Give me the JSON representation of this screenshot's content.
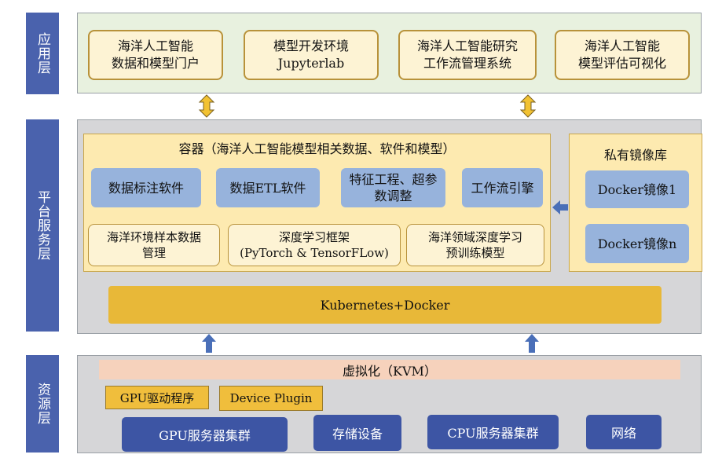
{
  "layers": {
    "application": "应用层",
    "platform": "平台服务层",
    "resource": "资源层"
  },
  "app_boxes": [
    {
      "line1": "海洋人工智能",
      "line2": "数据和模型门户"
    },
    {
      "line1": "模型开发环境",
      "line2": "Jupyterlab"
    },
    {
      "line1": "海洋人工智能研究",
      "line2": "工作流管理系统"
    },
    {
      "line1": "海洋人工智能",
      "line2": "模型评估可视化"
    }
  ],
  "container": {
    "title": "容器（海洋人工智能模型相关数据、软件和模型）",
    "blue_boxes": [
      {
        "line1": "数据标注软件",
        "line2": ""
      },
      {
        "line1": "数据ETL软件",
        "line2": ""
      },
      {
        "line1": "特征工程、超参",
        "line2": "数调整"
      },
      {
        "line1": "工作流引擎",
        "line2": ""
      }
    ],
    "cream_boxes": [
      {
        "line1": "海洋环境样本数据",
        "line2": "管理"
      },
      {
        "line1": "深度学习框架",
        "line2": "(PyTorch & TensorFLow)"
      },
      {
        "line1": "海洋领域深度学习",
        "line2": "预训练模型"
      }
    ]
  },
  "registry": {
    "title": "私有镜像库",
    "images": [
      "Docker镜像1",
      "Docker镜像n"
    ]
  },
  "orchestration": "Kubernetes+Docker",
  "resource": {
    "virtualization": "虚拟化（KVM）",
    "drivers": [
      "GPU驱动程序",
      "Device Plugin"
    ],
    "clusters": [
      "GPU服务器集群",
      "存储设备",
      "CPU服务器集群",
      "网络"
    ]
  },
  "colors": {
    "sidebar": "#4a62ad",
    "app_layer_bg": "#e8f1df",
    "platform_bg": "#d6d6d8",
    "container_bg": "#fdeab0",
    "blue_box": "#97b3dc",
    "k8s": "#e8b838",
    "kvm": "#f6d2bc",
    "cluster": "#3d55a4",
    "arrow_gold": "#f2c232",
    "arrow_blue": "#4a6fb8"
  }
}
